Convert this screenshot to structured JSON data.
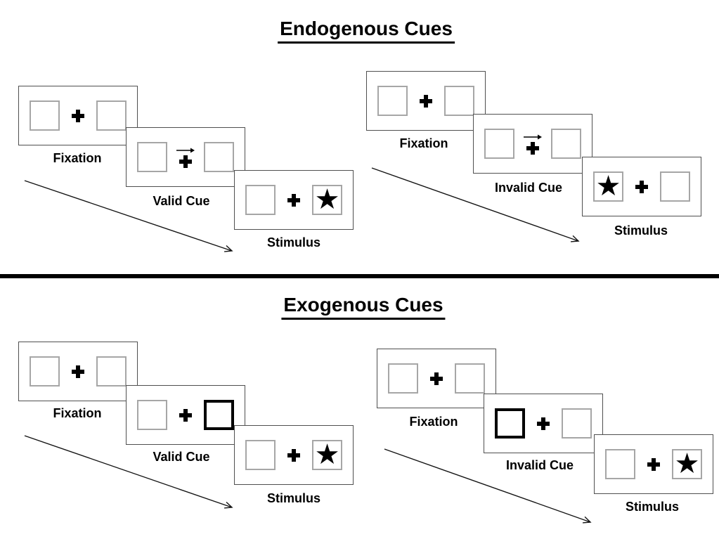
{
  "diagram": {
    "kind": "posner-cueing-paradigm",
    "divider_color": "#000000"
  },
  "colors": {
    "background": "#ffffff",
    "panel_border": "#4f4f4f",
    "placeholder_box_border": "#a6a6a6",
    "cue_box_border": "#000000",
    "ink": "#000000"
  },
  "glyphs": {
    "star": "★",
    "cue_arrow": "→",
    "fixation_cross": "✚"
  },
  "sections": {
    "endogenous": {
      "title": "Endogenous Cues",
      "valid": {
        "cue_type": "central-arrow-right",
        "stimulus_side": "right",
        "panels": {
          "fixation": {
            "label": "Fixation"
          },
          "cue": {
            "label": "Valid Cue"
          },
          "stimulus": {
            "label": "Stimulus"
          }
        }
      },
      "invalid": {
        "cue_type": "central-arrow-right",
        "stimulus_side": "left",
        "panels": {
          "fixation": {
            "label": "Fixation"
          },
          "cue": {
            "label": "Invalid Cue"
          },
          "stimulus": {
            "label": "Stimulus"
          }
        }
      }
    },
    "exogenous": {
      "title": "Exogenous Cues",
      "valid": {
        "cue_type": "peripheral-box-right",
        "stimulus_side": "right",
        "panels": {
          "fixation": {
            "label": "Fixation"
          },
          "cue": {
            "label": "Valid Cue"
          },
          "stimulus": {
            "label": "Stimulus"
          }
        }
      },
      "invalid": {
        "cue_type": "peripheral-box-left",
        "stimulus_side": "right",
        "panels": {
          "fixation": {
            "label": "Fixation"
          },
          "cue": {
            "label": "Invalid Cue"
          },
          "stimulus": {
            "label": "Stimulus"
          }
        }
      }
    }
  }
}
